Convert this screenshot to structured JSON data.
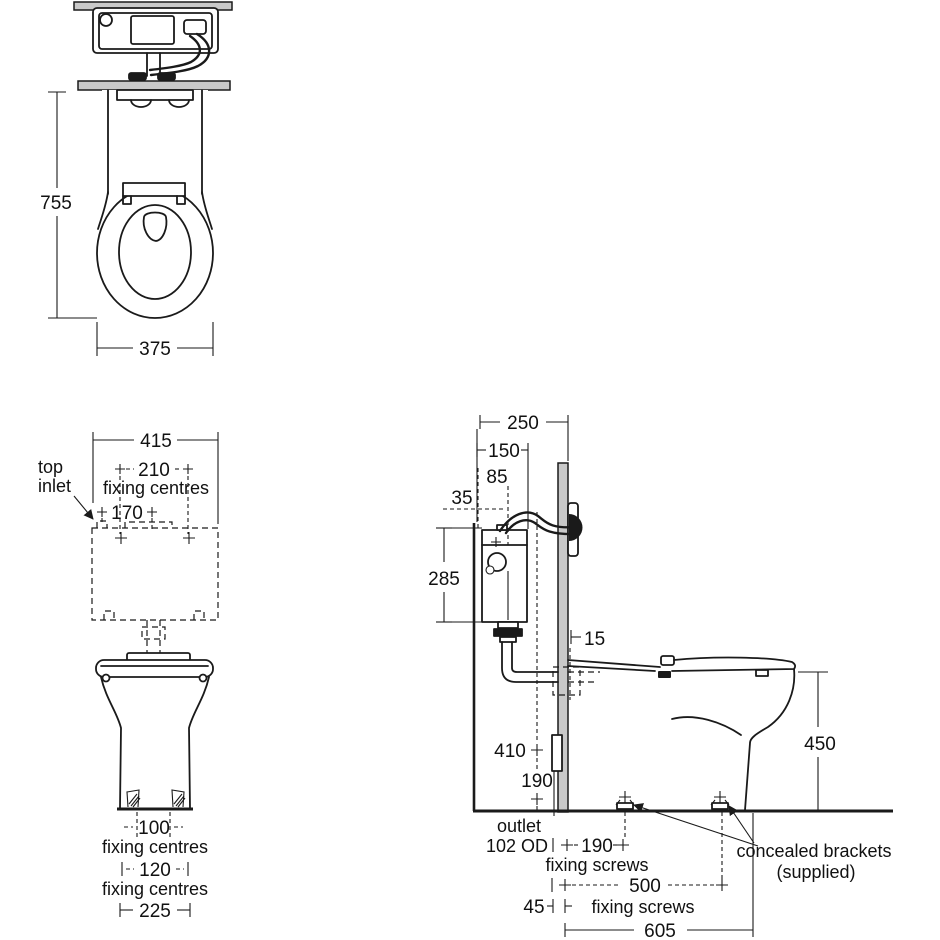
{
  "plan_view": {
    "height_dim": "755",
    "seat_width_dim": "375"
  },
  "front_view": {
    "cistern_width_dim": "415",
    "top_inlet_label_1": "top",
    "top_inlet_label_2": "inlet",
    "cistern_fixing_dim": "210",
    "fixing_centres_label_1": "fixing centres",
    "inlet_centres_dim": "170",
    "pan_fixing_upper_dim": "100",
    "fixing_centres_label_2": "fixing centres",
    "pan_fixing_lower_dim": "120",
    "fixing_centres_label_3": "fixing centres",
    "pan_base_dim": "225"
  },
  "side_view": {
    "dim_250": "250",
    "dim_150": "150",
    "dim_85": "85",
    "dim_35": "35",
    "cistern_height_dim": "285",
    "panel_gap_dim": "15",
    "pan_height_dim": "450",
    "flushpipe_height_dim": "410",
    "outlet_height_dim": "190",
    "outlet_label_1": "outlet",
    "outlet_label_2": "102 OD",
    "screw_offset_dim": "190",
    "fixing_screws_label_1": "fixing screws",
    "screw_spacing_dim": "500",
    "dim_45": "45",
    "fixing_screws_label_2": "fixing screws",
    "overall_depth_dim": "605",
    "brackets_label_1": "concealed brackets",
    "brackets_label_2": "(supplied)"
  }
}
